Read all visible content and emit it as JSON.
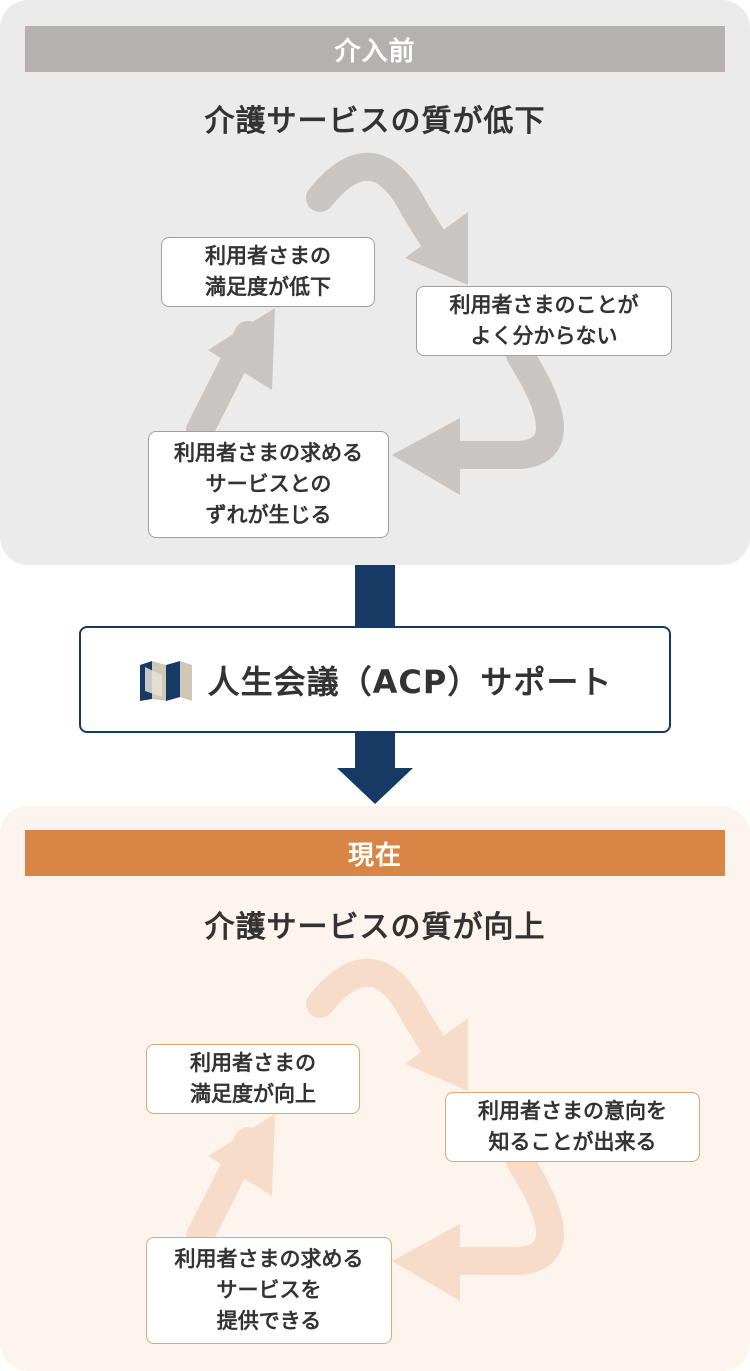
{
  "before": {
    "header": "介入前",
    "subtitle": "介護サービスの質が低下",
    "boxes": [
      {
        "lines": [
          "利用者さまの",
          "満足度が低下"
        ]
      },
      {
        "lines": [
          "利用者さまのことが",
          "よく分からない"
        ]
      },
      {
        "lines": [
          "利用者さまの求める",
          "サービスとの",
          "ずれが生じる"
        ]
      }
    ]
  },
  "middle": {
    "label": "人生会議（ACP）サポート",
    "icon": "guide-book-icon"
  },
  "after": {
    "header": "現在",
    "subtitle": "介護サービスの質が向上",
    "boxes": [
      {
        "lines": [
          "利用者さまの",
          "満足度が向上"
        ]
      },
      {
        "lines": [
          "利用者さまの意向を",
          "知ることが出来る"
        ]
      },
      {
        "lines": [
          "利用者さまの求める",
          "サービスを",
          "提供できる"
        ]
      }
    ]
  },
  "colors": {
    "before_panel": "#ebebeb",
    "before_header": "#b5b1b1",
    "before_arrow": "#c8c5c3",
    "after_panel": "#fdf4ee",
    "after_header": "#d98545",
    "after_arrow": "#f6dcc9",
    "connector": "#173a65"
  }
}
